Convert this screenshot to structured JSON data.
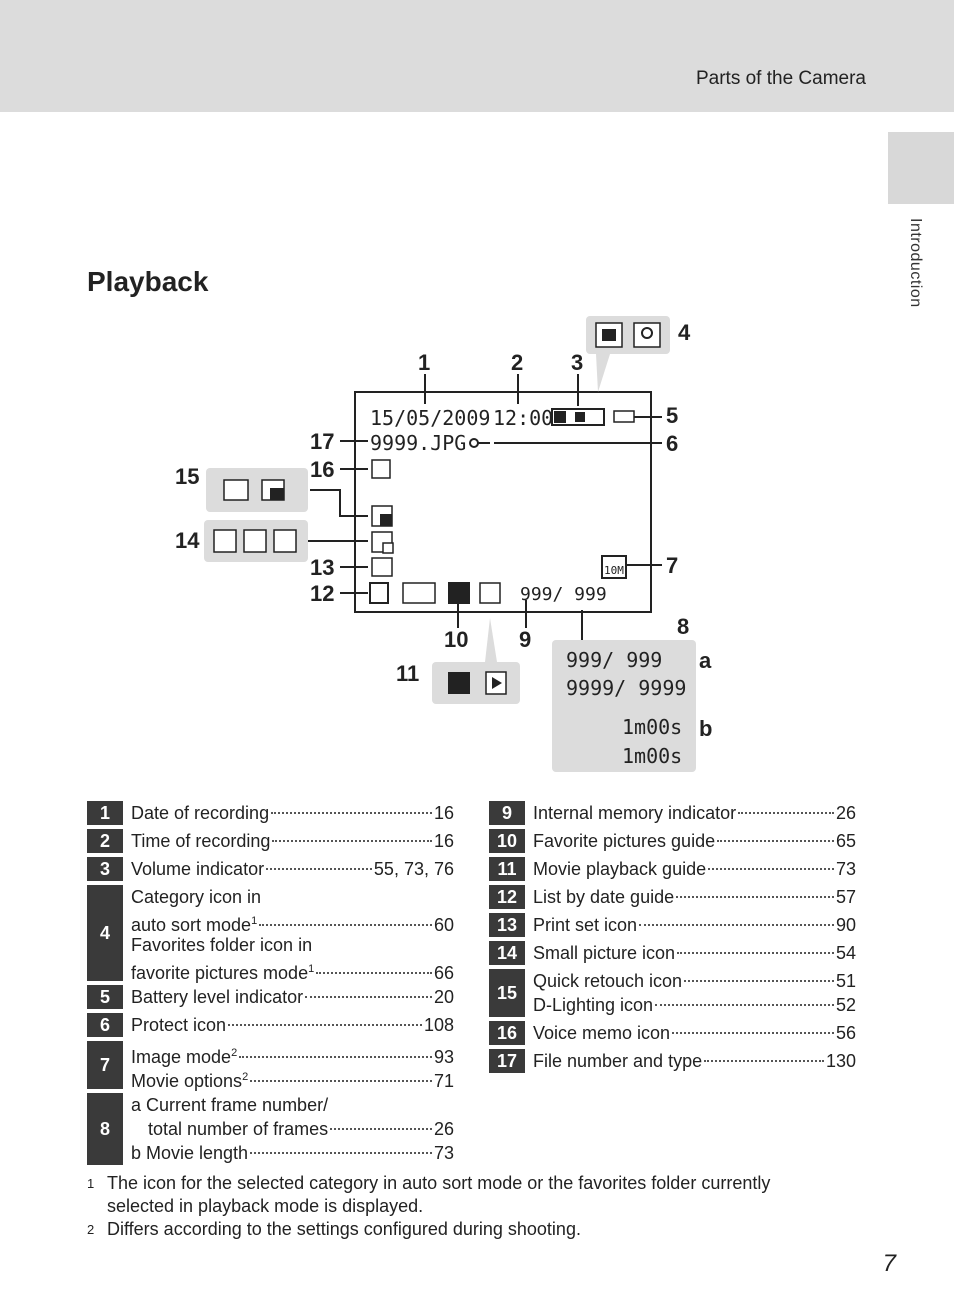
{
  "header": {
    "section": "Parts of the Camera"
  },
  "sidebar": {
    "label": "Introduction"
  },
  "heading": "Playback",
  "diagram": {
    "callouts": [
      "1",
      "2",
      "3",
      "4",
      "5",
      "6",
      "7",
      "8",
      "9",
      "10",
      "11",
      "12",
      "13",
      "14",
      "15",
      "16",
      "17",
      "a",
      "b"
    ],
    "screen": {
      "date": "15/05/2009",
      "time": "12:00",
      "file": "9999.JPG",
      "counter": "999/ 999",
      "image_mode": "10M"
    },
    "panel8": {
      "frame_internal": "999/ 999",
      "frame_card": "9999/ 9999",
      "length_internal": "1m00s",
      "length_card": "1m00s"
    }
  },
  "legend_left": [
    {
      "num": "1",
      "lines": [
        {
          "label": "Date of recording",
          "page": "16"
        }
      ]
    },
    {
      "num": "2",
      "lines": [
        {
          "label": "Time of recording",
          "page": "16"
        }
      ]
    },
    {
      "num": "3",
      "lines": [
        {
          "label": "Volume indicator",
          "page": "55, 73, 76"
        }
      ]
    },
    {
      "num": "4",
      "lines": [
        {
          "label": "Category icon in"
        },
        {
          "label": "auto sort mode",
          "sup": "1",
          "page": "60"
        },
        {
          "label": "Favorites folder icon in"
        },
        {
          "label": "favorite pictures mode",
          "sup": "1",
          "page": "66"
        }
      ]
    },
    {
      "num": "5",
      "lines": [
        {
          "label": "Battery level indicator",
          "page": "20"
        }
      ]
    },
    {
      "num": "6",
      "lines": [
        {
          "label": "Protect icon",
          "page": "108"
        }
      ]
    },
    {
      "num": "7",
      "lines": [
        {
          "label": "Image mode",
          "sup": "2",
          "page": "93"
        },
        {
          "label": "Movie options",
          "sup": "2",
          "page": "71"
        }
      ]
    },
    {
      "num": "8",
      "lines": [
        {
          "label": "a Current frame number/"
        },
        {
          "label": "total number of frames",
          "page": "26",
          "indent": true
        },
        {
          "label": "b Movie length",
          "page": "73"
        }
      ]
    }
  ],
  "legend_right": [
    {
      "num": "9",
      "lines": [
        {
          "label": "Internal memory indicator",
          "page": "26"
        }
      ]
    },
    {
      "num": "10",
      "lines": [
        {
          "label": "Favorite pictures guide",
          "page": "65"
        }
      ]
    },
    {
      "num": "11",
      "lines": [
        {
          "label": "Movie playback guide",
          "page": "73"
        }
      ]
    },
    {
      "num": "12",
      "lines": [
        {
          "label": "List by date guide",
          "page": "57"
        }
      ]
    },
    {
      "num": "13",
      "lines": [
        {
          "label": "Print set icon",
          "page": "90"
        }
      ]
    },
    {
      "num": "14",
      "lines": [
        {
          "label": "Small picture icon",
          "page": "54"
        }
      ]
    },
    {
      "num": "15",
      "lines": [
        {
          "label": "Quick retouch icon",
          "page": "51"
        },
        {
          "label": "D-Lighting icon",
          "page": "52"
        }
      ]
    },
    {
      "num": "16",
      "lines": [
        {
          "label": "Voice memo icon",
          "page": "56"
        }
      ]
    },
    {
      "num": "17",
      "lines": [
        {
          "label": "File number and type",
          "page": "130"
        }
      ]
    }
  ],
  "footnotes": [
    {
      "mark": "1",
      "text": "The icon for the selected category in auto sort mode or the favorites folder currently selected in playback mode is displayed."
    },
    {
      "mark": "2",
      "text": "Differs according to the settings configured during shooting."
    }
  ],
  "page_number": "7"
}
